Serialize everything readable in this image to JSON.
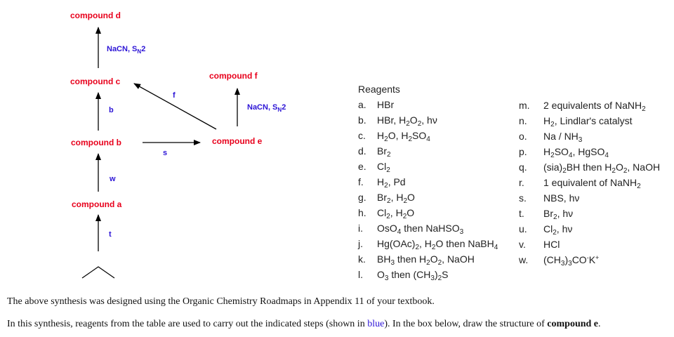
{
  "roadmap": {
    "compounds": {
      "d": "compound d",
      "c": "compound c",
      "f": "compound f",
      "b": "compound b",
      "e": "compound e",
      "a": "compound a"
    },
    "steps": {
      "c_to_d": {
        "main": "NaCN, S",
        "sub": "N",
        "tail": "2"
      },
      "e_to_f": {
        "main": "NaCN, S",
        "sub": "N",
        "tail": "2"
      },
      "b_to_c": "b",
      "e_to_c": "f",
      "b_to_e": "s",
      "a_to_b": "w",
      "start_to_a": "t"
    }
  },
  "reagents": {
    "header": "Reagents",
    "left": [
      {
        "letter": "a.",
        "text": "HBr"
      },
      {
        "letter": "b.",
        "text": "HBr, H₂O₂, hν"
      },
      {
        "letter": "c.",
        "text": "H₂O, H₂SO₄"
      },
      {
        "letter": "d.",
        "text": "Br₂"
      },
      {
        "letter": "e.",
        "text": "Cl₂"
      },
      {
        "letter": "f.",
        "text": "H₂, Pd"
      },
      {
        "letter": "g.",
        "text": "Br₂, H₂O"
      },
      {
        "letter": "h.",
        "text": "Cl₂, H₂O"
      },
      {
        "letter": "i.",
        "text": "OsO₄ then NaHSO₃"
      },
      {
        "letter": "j.",
        "text": "Hg(OAc)₂, H₂O then NaBH₄"
      },
      {
        "letter": "k.",
        "text": "BH₃ then H₂O₂, NaOH"
      },
      {
        "letter": "l.",
        "text": "O₃ then (CH₃)₂S"
      }
    ],
    "right": [
      {
        "letter": "m.",
        "text": "2 equivalents of NaNH₂"
      },
      {
        "letter": "n.",
        "text": "H₂, Lindlar's catalyst"
      },
      {
        "letter": "o.",
        "text": "Na / NH₃"
      },
      {
        "letter": "p.",
        "text": "H₂SO₄, HgSO₄"
      },
      {
        "letter": "q.",
        "text": "(sia)₂BH then H₂O₂, NaOH"
      },
      {
        "letter": "r.",
        "text": "1 equivalent of NaNH₂"
      },
      {
        "letter": "s.",
        "text": "NBS, hν"
      },
      {
        "letter": "t.",
        "text": "Br₂, hν"
      },
      {
        "letter": "u.",
        "text": "Cl₂, hν"
      },
      {
        "letter": "v.",
        "text": "HCl"
      },
      {
        "letter": "w.",
        "text": "(CH₃)₃CO⁻K⁺"
      }
    ]
  },
  "text": {
    "para1": "The above synthesis was designed using the Organic Chemistry Roadmaps in Appendix 11 of your textbook.",
    "para2_pre": "In this synthesis, reagents from the table are used to carry out the indicated steps (shown in ",
    "para2_blue": "blue",
    "para2_mid": "). In the box below, draw the structure of ",
    "para2_bold": "compound e",
    "para2_end": "."
  },
  "colors": {
    "compound": "#e8001c",
    "reagent": "#2c14d6",
    "arrow": "#000000"
  }
}
